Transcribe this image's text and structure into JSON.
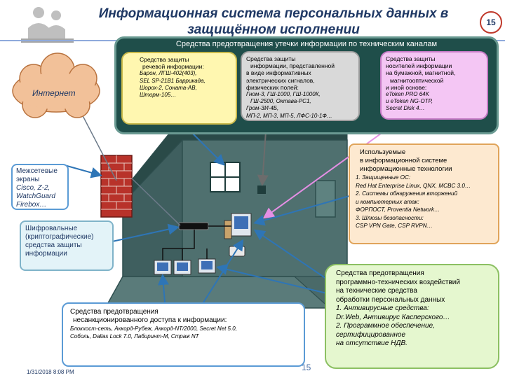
{
  "title_line1": "Информационная система персональных данных в",
  "title_line2": "защищённом исполнении",
  "slide_number": "15",
  "leak_channels": {
    "title": "Средства предотвращения утечки информации по техническим каналам",
    "acoustic": {
      "heading": [
        "Средства защиты",
        "речевой информации:"
      ],
      "items": [
        "Барон, ЛГШ-402(403),",
        "SEL SP-21B1 Баррикада,",
        "Шорох-2, Соната-АВ,",
        "Шторм-105…"
      ]
    },
    "electromagnetic": {
      "heading": [
        "Средства защиты",
        "информации, представленной",
        "в виде информативных",
        "электрических сигналов,",
        "физических полей:"
      ],
      "items": [
        "Гном-3, ГШ-1000, ГШ-1000К,",
        "ГШ-2500, Октава-PC1,",
        "Гром-ЗИ-4Б,",
        "МП-2, МП-3, МП-5, ЛФС-10-1Ф…"
      ]
    },
    "media": {
      "heading": [
        "Средства защиты",
        "носителей информации",
        "на бумажной, магнитной,",
        "магнитооптической",
        "и иной основе:"
      ],
      "items": [
        "eToken PRO 64K",
        "и eToken NG-OTP,",
        "Secret Disk 4…"
      ]
    }
  },
  "internet_label": "Интернет",
  "firewalls": {
    "lines": [
      "Межсетевые",
      "экраны"
    ],
    "items": [
      "Cisco, Z-2,",
      "WatchGuard",
      "Firebox…"
    ]
  },
  "crypto_label": [
    "Шифровальные",
    "(криптографические)",
    "средства защиты",
    "информации"
  ],
  "technologies": {
    "heading": [
      "Используемые",
      "в информационной системе",
      "информационные технологии"
    ],
    "lines": [
      "1. Защищенные ОС:",
      "Red Hat Enterprise Linux, QNX, МСВС 3.0…",
      "2. Системы обнаружения вторжений",
      "и компьютерных атак:",
      "ФОРПОСТ, Proventia Network…",
      "3. Шлюзы безопасности:",
      "CSP VPN Gate, CSP RVPN…"
    ]
  },
  "antivirus": {
    "lines": [
      "Средства предотвращения",
      "программно-технических воздействий",
      "на технические средства",
      "обработки персональных данных",
      "1.    Антивирусные средства:",
      "Dr.Web, Антивирус Касперского…",
      "2. Программное обеспечение,",
      "сертифицированное",
      "на отсутствие НДВ."
    ]
  },
  "nsd": {
    "heading": [
      "Средства предотвращения",
      "несанкционированного доступа к информации:"
    ],
    "items": [
      "Блокхост-сеть, Аккорд-Рубеж, Аккорд-NT/2000, Secret Net 5.0,",
      "Соболь, Dallas Lock 7.0, Лабиринт-М, Страж NT"
    ]
  },
  "footer_date": "1/31/2018 8:08 PM",
  "footer_page": "15"
}
